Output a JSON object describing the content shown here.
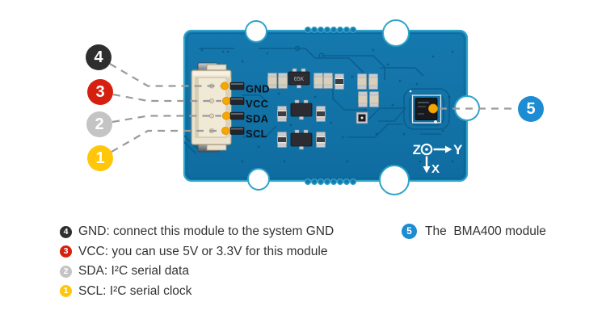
{
  "colors": {
    "pcb_blue": "#1273a8",
    "pcb_blue_light": "#1a80b6",
    "pcb_trace": "#0b5d8d",
    "pcb_edge_teal": "#2fa3c8",
    "silkscreen_white": "#f2f7fa",
    "connector_cream": "#ece4d0",
    "pin_dot_orange": "#f7a600",
    "dashed_line_gray": "#9b9b9b",
    "legend_text": "#333333"
  },
  "board": {
    "pins": [
      {
        "label": "GND"
      },
      {
        "label": "VCC"
      },
      {
        "label": "SDA"
      },
      {
        "label": "SCL"
      }
    ],
    "sot23_marking": "65K",
    "axis": {
      "z": "Z",
      "y": "Y",
      "x": "X"
    }
  },
  "legend": {
    "items": [
      {
        "num": "4",
        "color": "#2e2e2e",
        "text": "GND: connect this module to the system GND"
      },
      {
        "num": "3",
        "color": "#d6200f",
        "text": "VCC: you can use 5V or 3.3V for this module"
      },
      {
        "num": "2",
        "color": "#c4c4c4",
        "text": "SDA: I²C serial data"
      },
      {
        "num": "1",
        "color": "#ffc60a",
        "text": "SCL: I²C serial clock"
      }
    ],
    "right": {
      "num": "5",
      "color": "#1d8cd3",
      "text": "The  BMA400 module"
    }
  }
}
